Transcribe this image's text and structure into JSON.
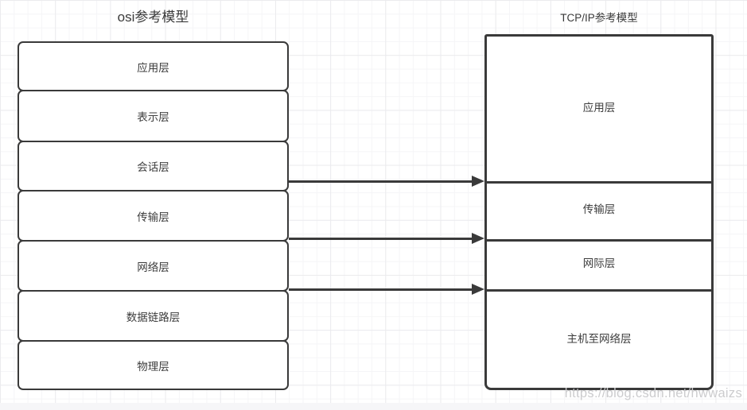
{
  "osi_model": {
    "title": "osi参考模型",
    "layers": [
      "应用层",
      "表示层",
      "会话层",
      "传输层",
      "网络层",
      "数据链路层",
      "物理层"
    ]
  },
  "tcpip_model": {
    "title": "TCP/IP参考模型",
    "layers": [
      "应用层",
      "传输层",
      "网际层",
      "主机至网络层"
    ]
  },
  "connections": [
    {
      "from_osi": "会话层/传输层",
      "to_tcpip": "应用层/传输层"
    },
    {
      "from_osi": "传输层/网络层",
      "to_tcpip": "传输层/网际层"
    },
    {
      "from_osi": "网络层/数据链路层",
      "to_tcpip": "网际层/主机至网络层"
    }
  ],
  "watermark": "https://blog.csdn.net/hwwaizs",
  "colors": {
    "stroke": "#3a3a3a",
    "text": "#3d3d3d",
    "watermark": "#c9c9cb",
    "grid_minor": "#f5f5f7",
    "grid_major": "#ebebee",
    "background": "#ffffff"
  }
}
